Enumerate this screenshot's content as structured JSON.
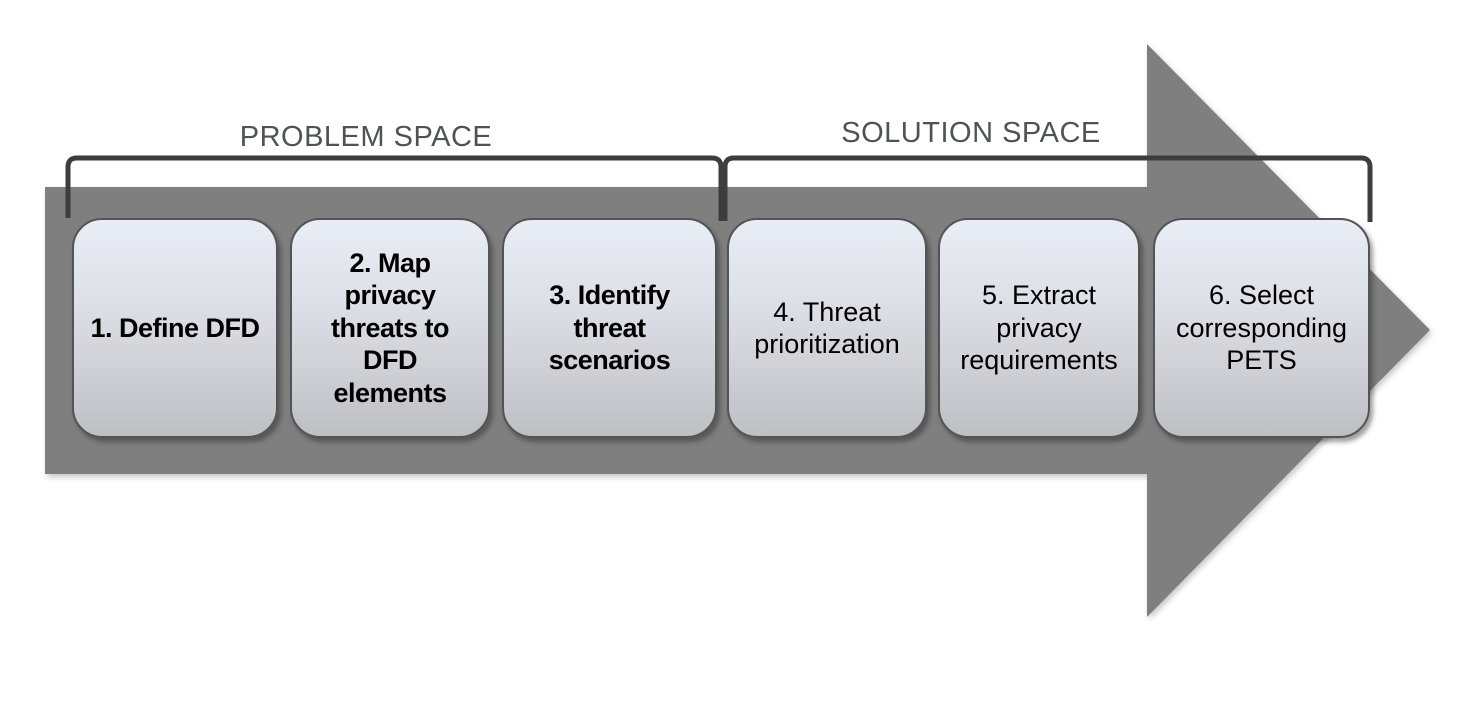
{
  "diagram": {
    "type": "process-flow-arrow",
    "brackets": [
      {
        "label": "PROBLEM SPACE",
        "covers_steps": [
          1,
          2,
          3
        ]
      },
      {
        "label": "SOLUTION SPACE",
        "covers_steps": [
          4,
          5,
          6
        ]
      }
    ],
    "steps": [
      {
        "number": 1,
        "label": "1. Define DFD",
        "emphasis": "bold",
        "space": "problem"
      },
      {
        "number": 2,
        "label": "2. Map privacy threats to DFD elements",
        "emphasis": "bold",
        "space": "problem"
      },
      {
        "number": 3,
        "label": "3. Identify threat scenarios",
        "emphasis": "bold",
        "space": "problem"
      },
      {
        "number": 4,
        "label": "4. Threat prioritization",
        "emphasis": "regular",
        "space": "solution"
      },
      {
        "number": 5,
        "label": "5. Extract privacy requirements",
        "emphasis": "regular",
        "space": "solution"
      },
      {
        "number": 6,
        "label": "6. Select corresponding PETS",
        "emphasis": "regular",
        "space": "solution"
      }
    ],
    "colors": {
      "arrow_fill": "#7f7f7f",
      "bracket_stroke": "#3d3d3f",
      "space_label_text": "#515254",
      "box_border": "#535456",
      "box_gradient_top": "#e9edf5",
      "box_gradient_bottom": "#bdbfc3",
      "box_text": "#000000",
      "background": "#ffffff"
    }
  }
}
